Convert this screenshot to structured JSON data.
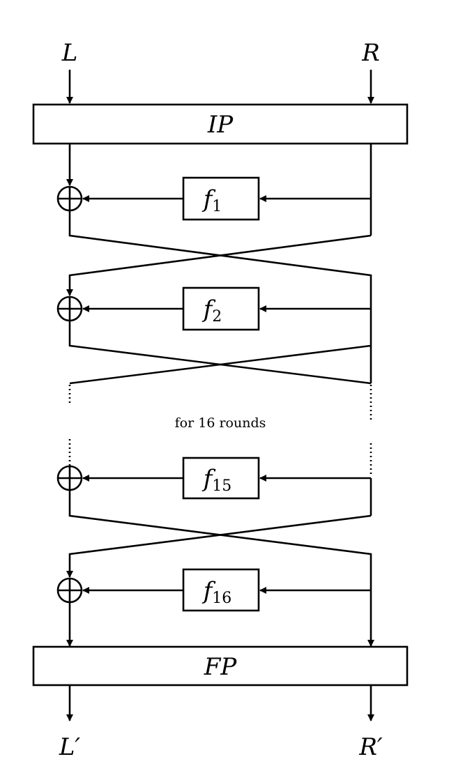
{
  "inputs": {
    "left": "L",
    "right": "R"
  },
  "outputs": {
    "left": "L′",
    "right": "R′"
  },
  "initial_permutation": "IP",
  "final_permutation": "FP",
  "rounds": [
    {
      "func": "f",
      "index": "1"
    },
    {
      "func": "f",
      "index": "2"
    },
    {
      "func": "f",
      "index": "15"
    },
    {
      "func": "f",
      "index": "16"
    }
  ],
  "repeat_label": "for 16 rounds",
  "icons": {
    "xor": "circled-plus-icon"
  },
  "colors": {
    "stroke": "#000000",
    "background": "#ffffff"
  }
}
